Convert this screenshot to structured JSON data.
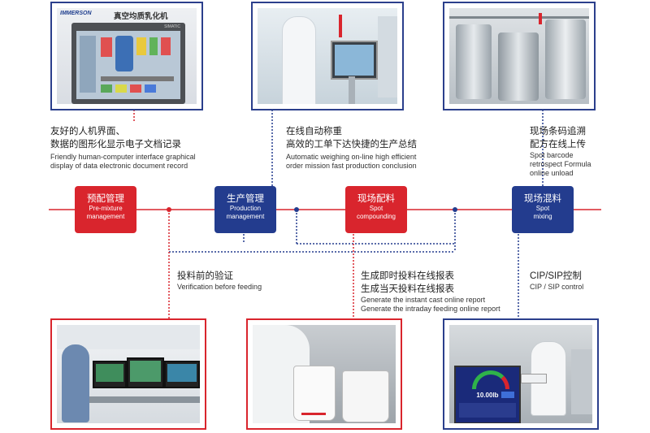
{
  "top_photos": {
    "p1_brand": "IMMERSON",
    "p1_title": "真空均质乳化机",
    "p1_screen_label": "SIMATIC"
  },
  "captions": {
    "c1": {
      "zh1": "友好的人机界面、",
      "zh2": "数据的图形化显示电子文档记录",
      "en1": "Friendly human-computer interface graphical",
      "en2": "display of data electronic document record"
    },
    "c2": {
      "zh1": "在线自动称重",
      "zh2": "高效的工单下达快捷的生产总结",
      "en1": "Automatic weighing on-line high efficient",
      "en2": "order mission fast production conclusion"
    },
    "c3": {
      "zh1": "现场条码追溯",
      "zh2": "配方在线上传",
      "en1": "Spot barcode",
      "en2": "retrospect Formula",
      "en3": "online unload"
    },
    "c4": {
      "zh1": "投料前的验证",
      "en1": "Verification before feeding"
    },
    "c5": {
      "zh1": "生成即时投料在线报表",
      "zh2": "生成当天投料在线报表",
      "en1": "Generate the instant cast online report",
      "en2": "Generate the intraday feeding online report"
    },
    "c6": {
      "zh1": "CIP/SIP控制",
      "en1": "CIP / SIP control"
    }
  },
  "process": [
    {
      "zh": "预配管理",
      "en1": "Pre-mixture",
      "en2": "management",
      "color": "red"
    },
    {
      "zh": "生产管理",
      "en1": "Production",
      "en2": "management",
      "color": "blue"
    },
    {
      "zh": "现场配料",
      "en1": "Spot",
      "en2": "compounding",
      "color": "red"
    },
    {
      "zh": "现场混料",
      "en1": "Spot",
      "en2": "mixing",
      "color": "blue"
    }
  ],
  "bottom_photos": {
    "p6_readout": "10.00lb"
  },
  "colors": {
    "red": "#d9252d",
    "blue": "#233c8e",
    "frame_blue": "#2b3f8c"
  }
}
